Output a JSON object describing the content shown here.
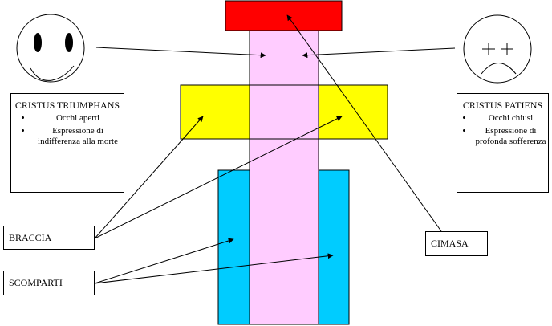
{
  "colors": {
    "cimasa": "#ff0000",
    "tavola": "#ffccff",
    "braccia": "#ffff00",
    "scomparti": "#00ccff",
    "outline": "#000000"
  },
  "icons": {
    "left_face": "smiley-face-icon",
    "right_face": "sad-face-icon"
  },
  "triumphans": {
    "title": "CRISTUS TRIUMPHANS",
    "items": [
      "Occhi aperti",
      "Espressione di indifferenza alla morte"
    ]
  },
  "patiens": {
    "title": "CRISTUS PATIENS",
    "items": [
      "Occhi chiusi",
      "Espressione di profonda sofferenza"
    ]
  },
  "labels": {
    "braccia": "BRACCIA",
    "scomparti": "SCOMPARTI",
    "cimasa": "CIMASA"
  }
}
